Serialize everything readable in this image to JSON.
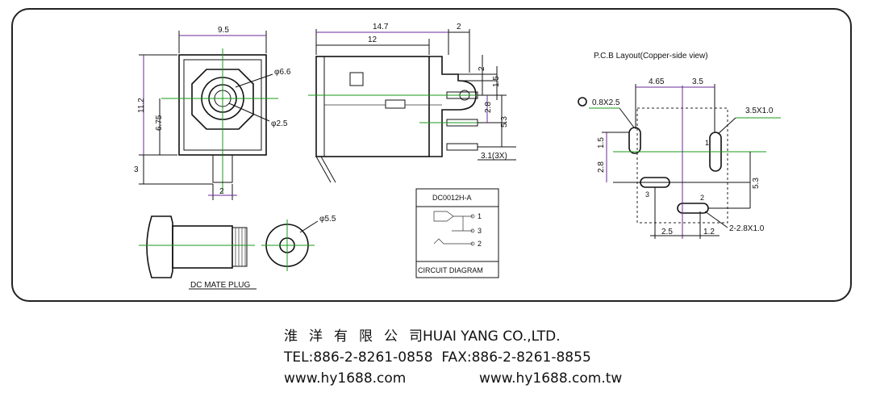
{
  "diagram": {
    "front_view": {
      "width_dim": "9.5",
      "height_dim": "11.2",
      "center_dim": "6.75",
      "pin_offset_dim": "3",
      "pin_width_dim": "2",
      "hole_dia": "φ6.6",
      "pin_dia": "φ2.5"
    },
    "side_view": {
      "length_total_dim": "14.7",
      "length_body_dim": "12",
      "tab_dim": "2",
      "offset_dims": [
        "2",
        "1.5"
      ],
      "pin_spacing_dim": "2.8",
      "pin_span_dim": "5.3",
      "pin_width_dim": "3.1(3X)"
    },
    "plug": {
      "label": "DC MATE PLUG",
      "end_dia": "φ5.5"
    },
    "circuit": {
      "title": "DC0012H-A",
      "pins": [
        "1",
        "3",
        "2"
      ],
      "caption": "CIRCUIT DIAGRAM"
    },
    "pcb": {
      "title": "P.C.B Layout(Copper-side view)",
      "dims_top": [
        "4.65",
        "3.5"
      ],
      "dims_left": [
        "1.5",
        "2.8"
      ],
      "dim_right": "5.3",
      "dims_bottom": [
        "2.5",
        "1.2"
      ],
      "slot_labels": {
        "left": "0.8X2.5",
        "right": "3.5X1.0",
        "bottom": "2-2.8X1.0"
      },
      "pin_numbers": [
        "1",
        "3",
        "2"
      ]
    }
  },
  "footer": {
    "company_cn": "淮洋有限公",
    "company_en": "司HUAI YANG CO.,LTD.",
    "tel": "TEL:886-2-8261-0858",
    "fax": "FAX:886-2-8261-8855",
    "web1": "www.hy1688.com",
    "web2": "www.hy1688.com.tw"
  }
}
